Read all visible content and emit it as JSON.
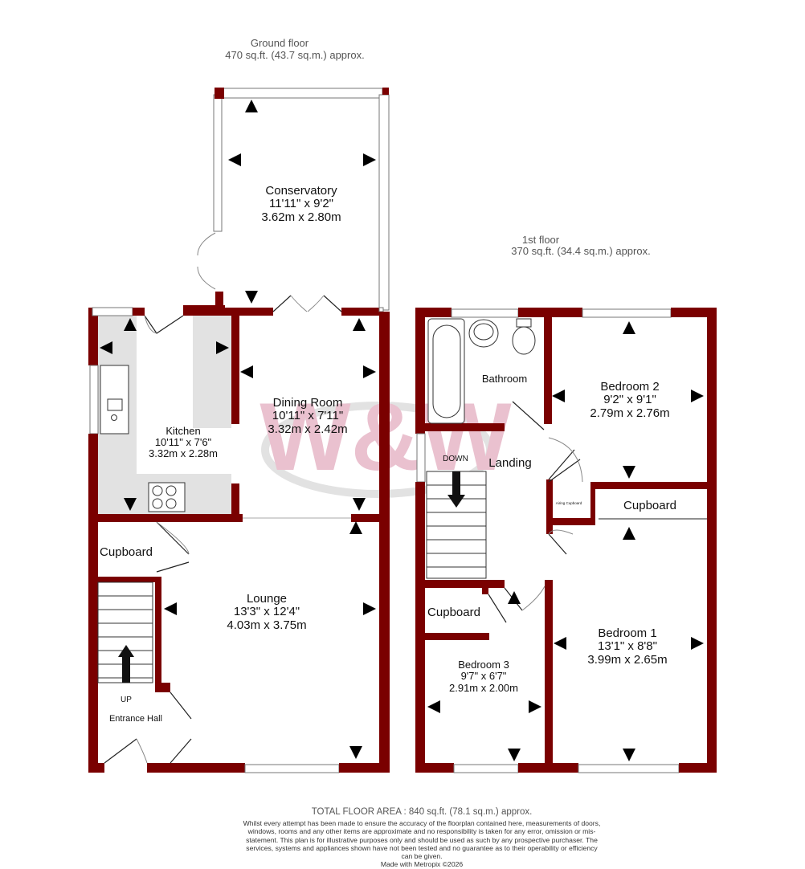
{
  "ground_floor": {
    "title": "Ground floor",
    "area": "470 sq.ft. (43.7 sq.m.) approx.",
    "rooms": {
      "conservatory": {
        "name": "Conservatory",
        "imperial": "11'11\"  x 9'2\"",
        "metric": "3.62m  x 2.80m"
      },
      "dining": {
        "name": "Dining Room",
        "imperial": "10'11\"  x 7'11\"",
        "metric": "3.32m  x 2.42m"
      },
      "kitchen": {
        "name": "Kitchen",
        "imperial": "10'11\"  x 7'6\"",
        "metric": "3.32m  x 2.28m"
      },
      "lounge": {
        "name": "Lounge",
        "imperial": "13'3\"  x 12'4\"",
        "metric": "4.03m  x 3.75m"
      },
      "cupboard": {
        "name": "Cupboard"
      },
      "hall": {
        "name": "Entrance Hall"
      },
      "stairs": {
        "name": "UP"
      }
    }
  },
  "first_floor": {
    "title": "1st floor",
    "area": "370 sq.ft. (34.4 sq.m.) approx.",
    "rooms": {
      "bathroom": {
        "name": "Bathroom"
      },
      "bedroom2": {
        "name": "Bedroom 2",
        "imperial": "9'2\"  x 9'1\"",
        "metric": "2.79m  x 2.76m"
      },
      "landing": {
        "name": "Landing"
      },
      "stairs": {
        "name": "DOWN"
      },
      "airing": {
        "name": "Airing Cupboard"
      },
      "cupboard": {
        "name": "Cupboard"
      },
      "cupboard2": {
        "name": "Cupboard"
      },
      "bedroom1": {
        "name": "Bedroom 1",
        "imperial": "13'1\"  x 8'8\"",
        "metric": "3.99m  x 2.65m"
      },
      "bedroom3": {
        "name": "Bedroom 3",
        "imperial": "9'7\"  x 6'7\"",
        "metric": "2.91m  x 2.00m"
      }
    }
  },
  "footer": {
    "total": "TOTAL FLOOR AREA : 840 sq.ft. (78.1 sq.m.) approx.",
    "disclaimer": "Whilst every attempt has been made to ensure the accuracy of the floorplan contained here, measurements of doors, windows, rooms and any other items are approximate and no responsibility is taken for any error, omission or mis-statement. This plan is for illustrative purposes only and should be used as such by any prospective purchaser. The services, systems and appliances shown have not been tested and no guarantee as to their operability or efficiency can be given.",
    "credit": "Made with Metropix ©2026"
  },
  "watermark": "W&W",
  "colors": {
    "wall": "#7a0000",
    "fitted_units": "#e2e2e2",
    "watermark": "#d98fa8"
  }
}
